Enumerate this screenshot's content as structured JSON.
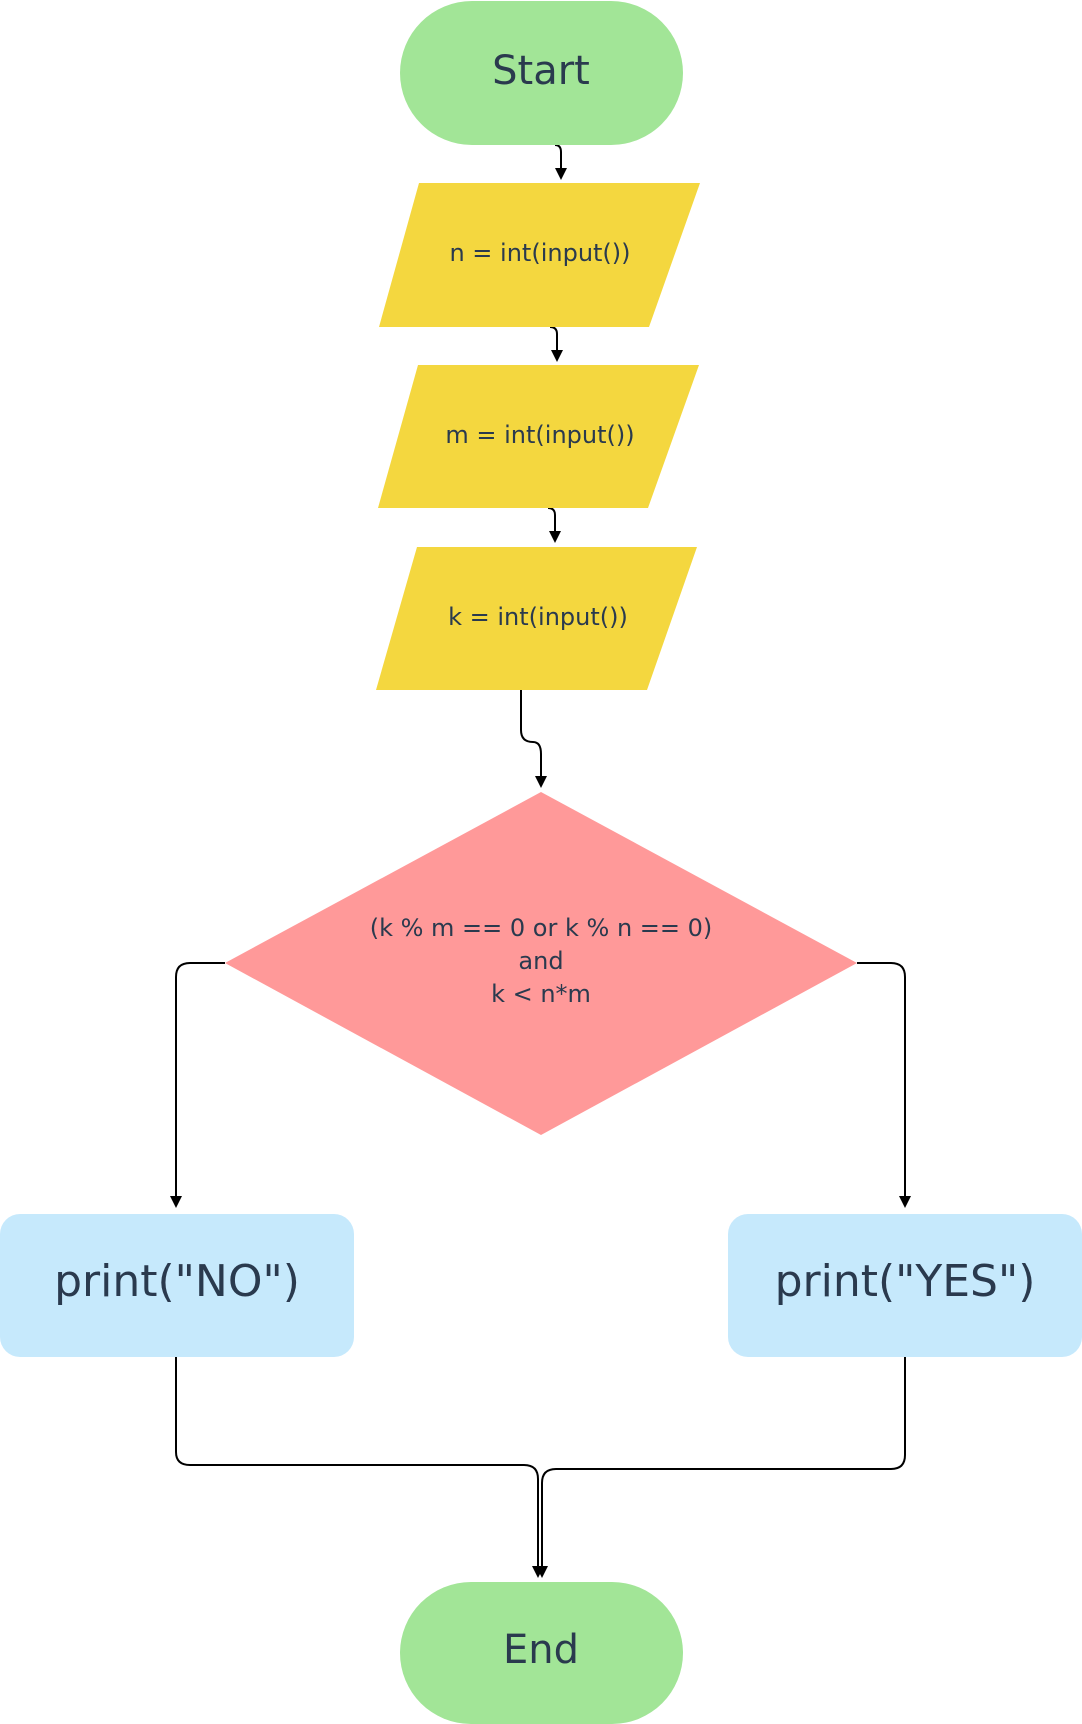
{
  "colors": {
    "terminal": "#a2e597",
    "io": "#f4d73f",
    "decision": "#ff9999",
    "process": "#c6e9fc",
    "text": "#2a3a4e",
    "edge": "#000000"
  },
  "nodes": {
    "start": {
      "label": "Start"
    },
    "input_n": {
      "label": "n = int(input())"
    },
    "input_m": {
      "label": "m = int(input())"
    },
    "input_k": {
      "label": "k = int(input())"
    },
    "decision": {
      "line1": "(k % m == 0 or k % n == 0)",
      "line2": "and",
      "line3": "k < n*m"
    },
    "print_no": {
      "label": "print(\"NO\")"
    },
    "print_yes": {
      "label": "print(\"YES\")"
    },
    "end": {
      "label": "End"
    }
  }
}
